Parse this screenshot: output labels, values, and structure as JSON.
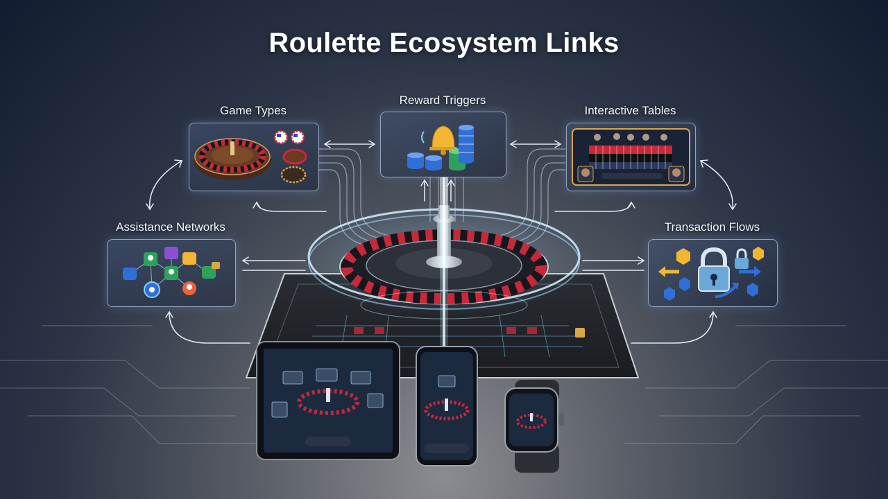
{
  "title": "Roulette Ecosystem Links",
  "nodes": {
    "game_types": "Game Types",
    "reward_triggers": "Reward Triggers",
    "interactive_tables": "Interactive Tables",
    "assistance_networks": "Assistance Networks",
    "transaction_flows": "Transaction Flows"
  },
  "colors": {
    "accent_glow": "#7fd4ff",
    "roulette_red": "#c8283a",
    "gold": "#f2b632",
    "chip_blue": "#2f6fd6",
    "chip_green": "#2ea25a"
  },
  "icons": {
    "game_types": [
      "roulette-wheel-icon",
      "us-flag-icon",
      "mini-wheel-icon"
    ],
    "reward_triggers": [
      "bell-icon",
      "chip-stack-icon"
    ],
    "interactive_tables": [
      "live-dealer-table-icon"
    ],
    "assistance_networks": [
      "user-icon",
      "chat-bubble-icon",
      "support-icon"
    ],
    "transaction_flows": [
      "padlock-icon",
      "coin-icon",
      "arrow-icon"
    ]
  },
  "devices": [
    "tablet",
    "smartphone",
    "smartwatch"
  ]
}
